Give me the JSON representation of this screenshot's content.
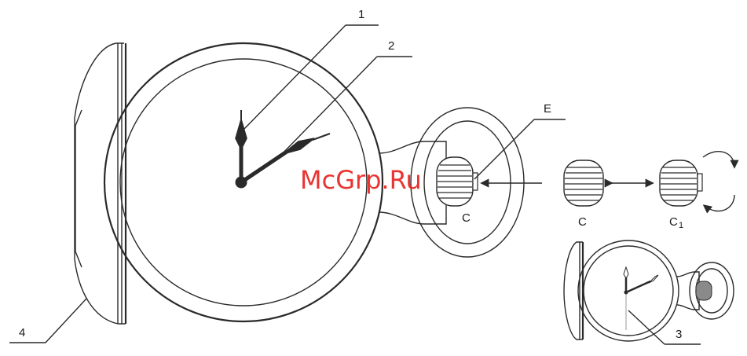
{
  "labels": {
    "callout_1": "1",
    "callout_2": "2",
    "callout_3": "3",
    "callout_4": "4",
    "crown_e": "E",
    "crown_pos_c_main": "C",
    "crown_pos_c": "C",
    "crown_pos_c1": "C",
    "crown_pos_c1_sub": "1"
  },
  "watermark": "McGrp.Ru",
  "colors": {
    "line": "#2a2a2a",
    "watermark": "#e8231f",
    "background": "#ffffff"
  },
  "icons": [
    "double-arrow-icon",
    "arrow-left-icon",
    "rotate-cw-icon",
    "rotate-ccw-icon"
  ]
}
